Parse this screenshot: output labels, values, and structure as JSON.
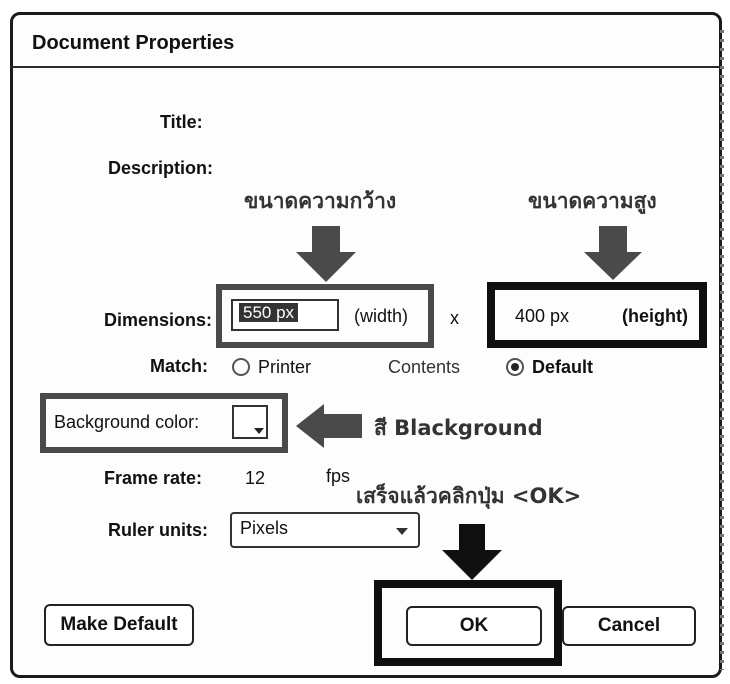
{
  "dialog": {
    "title": "Document Properties"
  },
  "fields": {
    "title_label": "Title:",
    "description_label": "Description:",
    "dimensions_label": "Dimensions:",
    "width_value": "550 px",
    "width_suffix": "(width)",
    "times": "x",
    "height_value": "400 px",
    "height_suffix": "(height)",
    "match_label": "Match:",
    "match_printer": "Printer",
    "match_contents": "Contents",
    "match_default": "Default",
    "match_selected": "Default",
    "background_label": "Background color:",
    "framerate_label": "Frame rate:",
    "framerate_value": "12",
    "framerate_unit": "fps",
    "ruler_label": "Ruler units:",
    "ruler_value": "Pixels"
  },
  "buttons": {
    "make_default": "Make Default",
    "ok": "OK",
    "cancel": "Cancel"
  },
  "annotations": {
    "width_caption": "ขนาดความกว้าง",
    "height_caption": "ขนาดความสูง",
    "background_caption": "สี Blackground",
    "ok_caption": "เสร็จแล้วคลิกปุ่ม <OK>"
  },
  "colors": {
    "annotation_gray": "#4a4a4a",
    "annotation_black": "#0f0f0f"
  }
}
